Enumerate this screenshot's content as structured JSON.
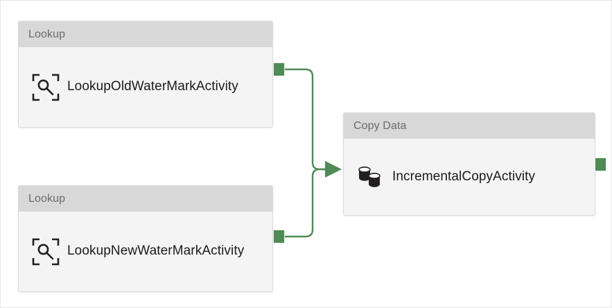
{
  "canvas": {
    "background": "#ffffff",
    "border_color": "#e6e6e6",
    "connector_color": "#4e8b55",
    "header_color": "#d8d8d8",
    "body_color": "#f4f4f4"
  },
  "nodes": [
    {
      "id": "lookup-old",
      "type_label": "Lookup",
      "activity_name": "LookupOldWaterMarkActivity",
      "icon": "lookup-magnifier-icon"
    },
    {
      "id": "lookup-new",
      "type_label": "Lookup",
      "activity_name": "LookupNewWaterMarkActivity",
      "icon": "lookup-magnifier-icon"
    },
    {
      "id": "copy-data",
      "type_label": "Copy Data",
      "activity_name": "IncrementalCopyActivity",
      "icon": "database-copy-icon"
    }
  ],
  "connections": [
    {
      "from": "lookup-old",
      "to": "copy-data"
    },
    {
      "from": "lookup-new",
      "to": "copy-data"
    }
  ]
}
